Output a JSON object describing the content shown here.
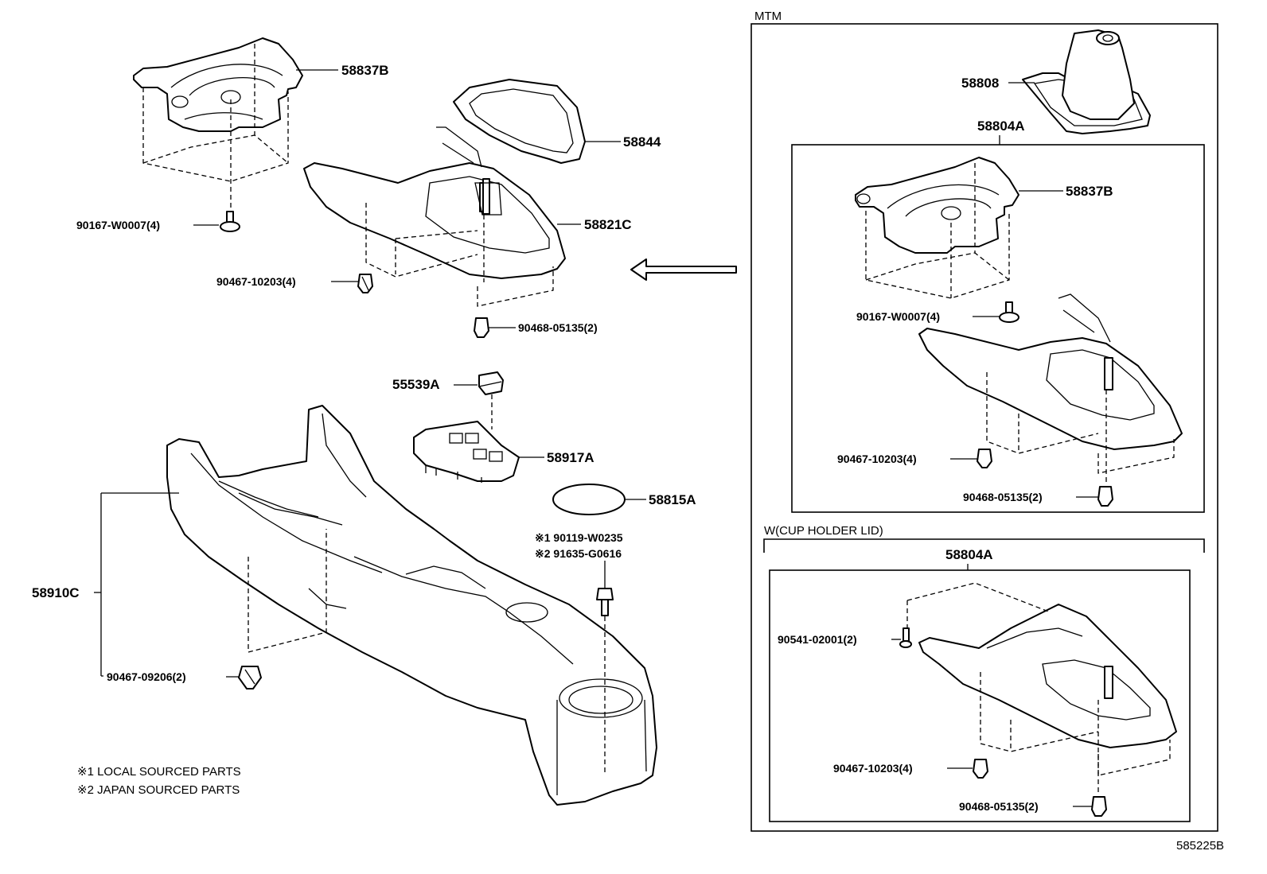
{
  "section_labels": {
    "mtm": "MTM",
    "cup_holder_lid": "W(CUP HOLDER LID)"
  },
  "part_numbers": {
    "p58837B_left": "58837B",
    "p58844": "58844",
    "p58821C": "58821C",
    "p90167_left": "90167-W0007(4)",
    "p90467_10203_left": "90467-10203(4)",
    "p90468_left": "90468-05135(2)",
    "p55539A": "55539A",
    "p58917A": "58917A",
    "p58815A": "58815A",
    "p90119": "※1 90119-W0235",
    "p91635": "※2 91635-G0616",
    "p58910C": "58910C",
    "p90467_09206": "90467-09206(2)",
    "p58808": "58808",
    "p58804A_mtm": "58804A",
    "p58837B_right": "58837B",
    "p90167_right": "90167-W0007(4)",
    "p90467_10203_right": "90467-10203(4)",
    "p90468_right": "90468-05135(2)",
    "p58804A_lid": "58804A",
    "p90541": "90541-02001(2)",
    "p90467_10203_lid": "90467-10203(4)",
    "p90468_lid": "90468-05135(2)"
  },
  "notes": {
    "local": "※1 LOCAL SOURCED PARTS",
    "japan": "※2 JAPAN SOURCED PARTS"
  },
  "diagram_id": "585225B"
}
